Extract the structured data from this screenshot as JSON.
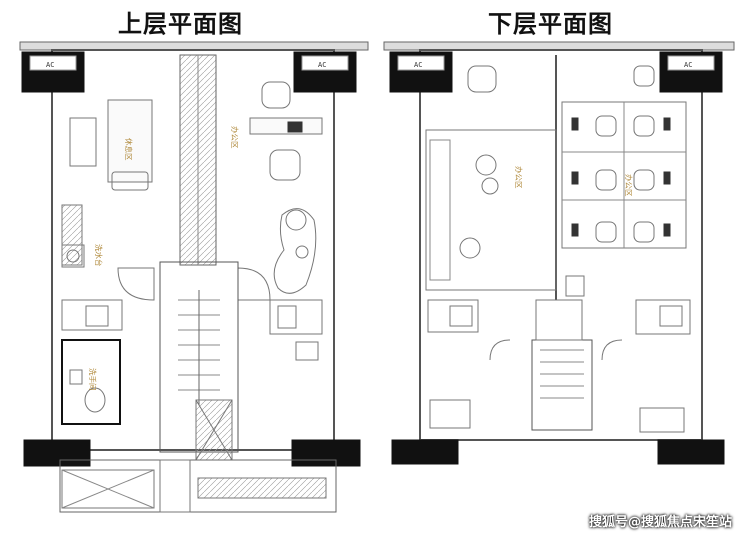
{
  "titles": {
    "upper": "上层平面图",
    "lower": "下层平面图"
  },
  "upper_rooms": {
    "rest": "休息区",
    "office": "办公区",
    "water": "洗水台",
    "wash": "洗手间"
  },
  "lower_rooms": {
    "office_left": "办公区",
    "office_right": "办公区"
  },
  "ac_label": "AC",
  "watermark": "搜狐号@搜狐焦点宋笙站"
}
